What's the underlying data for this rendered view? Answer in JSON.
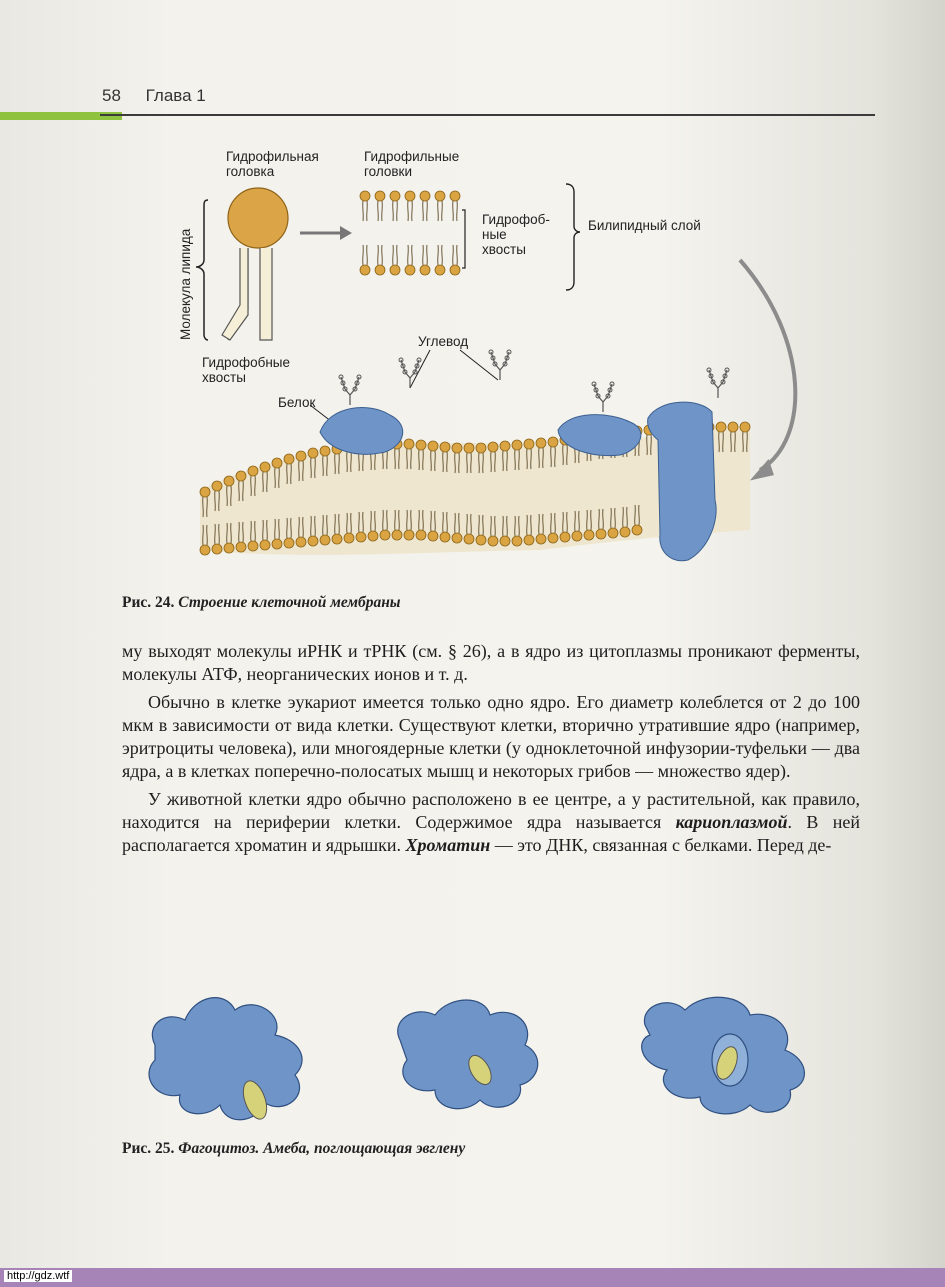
{
  "header": {
    "page_number": "58",
    "chapter": "Глава 1"
  },
  "figure24": {
    "labels": {
      "hydrophilic_head": "Гидрофильная головка",
      "hydrophilic_heads": "Гидрофильные головки",
      "hydrophobic_tails_right": "Гидрофоб- ные хвосты",
      "bilipid_layer": "Билипидный слой",
      "lipid_molecule": "Молекула липида",
      "hydrophobic_tails": "Гидрофобные хвосты",
      "carbohydrate": "Углевод",
      "protein": "Белок"
    },
    "caption_number": "Рис. 24.",
    "caption_text": "Строение клеточной мембраны"
  },
  "text": {
    "p1": "му выходят молекулы иРНК и тРНК (см. § 26), а в ядро из цитоплазмы проникают ферменты, молекулы АТФ, неорганических ионов и т. д.",
    "p2": "Обычно в клетке эукариот имеется только одно ядро. Его диаметр колеблется от 2 до 100 мкм в зависимости от вида клетки. Существуют клетки, вторично утратившие ядро (например, эритроциты человека), или многоядерные клетки (у одноклеточной инфузории-туфельки — два ядра, а в клетках поперечно-полосатых мышц и некоторых грибов — множество ядер).",
    "p3_a": "У животной клетки ядро обычно расположено в ее центре, а у растительной, как правило, находится на периферии клетки. Содержимое ядра называется",
    "p3_term1": "кариоплазмой",
    "p3_b": ". В ней располагается хроматин и ядрышки.",
    "p3_term2": "Хроматин",
    "p3_c": "— это ДНК, связанная с белками. Перед де-"
  },
  "figure25": {
    "caption_number": "Рис. 25.",
    "caption_text": "Фагоцитоз. Амеба, поглощающая эвглену"
  },
  "footer": {
    "url": "http://gdz.wtf"
  }
}
